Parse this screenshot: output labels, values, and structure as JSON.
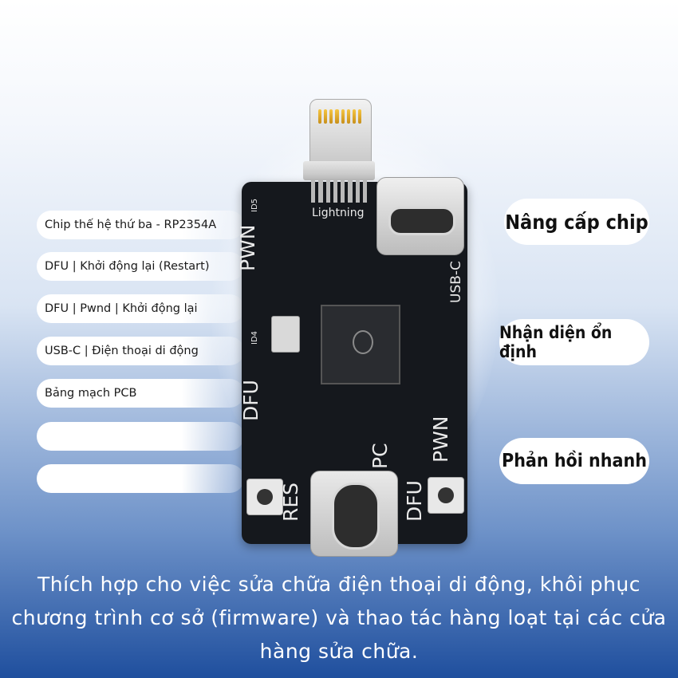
{
  "left_features": [
    "Chip thế hệ thứ ba - RP2354A",
    "DFU | Khởi động lại (Restart)",
    "DFU | Pwnd | Khởi động lại",
    "USB-C | Điện thoại di động",
    "Bảng mạch PCB",
    "",
    ""
  ],
  "right_features": [
    "Nâng cấp chip",
    "Nhận diện ổn định",
    "Phản hồi nhanh"
  ],
  "board_labels": {
    "lightning": "Lightning",
    "pwn_top": "PWN",
    "usb_c": "USB-C",
    "dfu_left": "DFU",
    "res": "RES",
    "pc": "PC",
    "pwn_bottom": "PWN",
    "dfu_bottom": "DFU",
    "id5": "ID5",
    "id4": "ID4"
  },
  "caption": "Thích hợp cho việc sửa chữa điện thoại di động, khôi phục chương trình cơ sở (firmware) và thao tác hàng loạt tại các cửa hàng sửa chữa."
}
